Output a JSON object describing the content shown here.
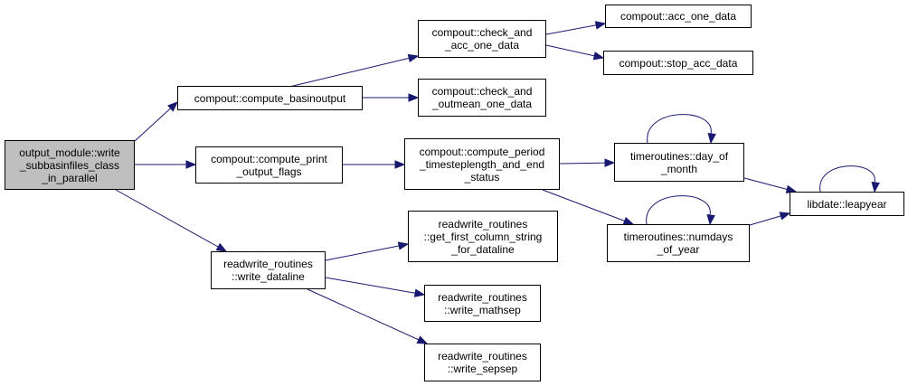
{
  "colors": {
    "edge": "#191970",
    "node_border": "#000000",
    "root_fill": "#bfbfbf",
    "node_fill": "#ffffff"
  },
  "nodes": {
    "root": [
      "output_module::write",
      "_subbasinfiles_class",
      "_in_parallel"
    ],
    "compute_basinoutput": [
      "compout::compute_basinoutput"
    ],
    "check_and_acc_one_data": [
      "compout::check_and",
      "_acc_one_data"
    ],
    "acc_one_data": [
      "compout::acc_one_data"
    ],
    "stop_acc_data": [
      "compout::stop_acc_data"
    ],
    "check_and_outmean_one_data": [
      "compout::check_and",
      "_outmean_one_data"
    ],
    "compute_print_output_flags": [
      "compout::compute_print",
      "_output_flags"
    ],
    "compute_period_timesteplength": [
      "compout::compute_period",
      "_timesteplength_and_end",
      "_status"
    ],
    "day_of_month": [
      "timeroutines::day_of",
      "_month"
    ],
    "numdays_of_year": [
      "timeroutines::numdays",
      "_of_year"
    ],
    "leapyear": [
      "libdate::leapyear"
    ],
    "write_dataline": [
      "readwrite_routines",
      "::write_dataline"
    ],
    "get_first_column_string": [
      "readwrite_routines",
      "::get_first_column_string",
      "_for_dataline"
    ],
    "write_mathsep": [
      "readwrite_routines",
      "::write_mathsep"
    ],
    "write_sepsep": [
      "readwrite_routines",
      "::write_sepsep"
    ]
  }
}
